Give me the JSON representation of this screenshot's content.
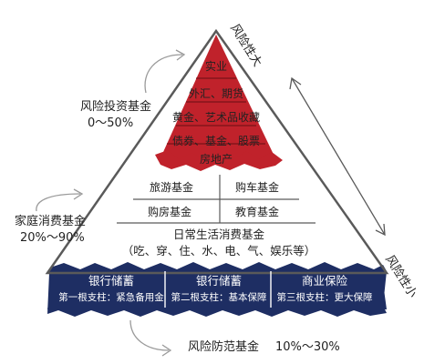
{
  "colors": {
    "red": "#c0222b",
    "navy": "#1e2e63",
    "outline": "#5a5a5a",
    "text": "#222222",
    "arrow": "#9a9a9a"
  },
  "side_labels": {
    "risk_high": "风险性大",
    "risk_low": "风险性小"
  },
  "left_labels": {
    "investment_fund": "风险投资基金",
    "investment_range": "0～50%",
    "household_fund": "家庭消费基金",
    "household_range": "20%～90%",
    "prevention_fund": "风险防范基金",
    "prevention_range": "10%～30%"
  },
  "pyramid": {
    "red_tier": [
      "实业",
      "外汇、期货",
      "黄金、艺术品收藏",
      "债券、基金、股票",
      "房地产"
    ],
    "middle_tier": {
      "row1": [
        "旅游基金",
        "购车基金"
      ],
      "row2": [
        "购房基金",
        "教育基金"
      ],
      "daily_title": "日常生活消费基金",
      "daily_items": "（吃、穿、住、水、电、气、娱乐等）"
    },
    "base_tier": [
      {
        "title": "银行储蓄",
        "sub": "第一根支柱：紧急备用金"
      },
      {
        "title": "银行储蓄",
        "sub": "第二根支柱：基本保障"
      },
      {
        "title": "商业保险",
        "sub": "第三根支柱：更大保障"
      }
    ]
  }
}
